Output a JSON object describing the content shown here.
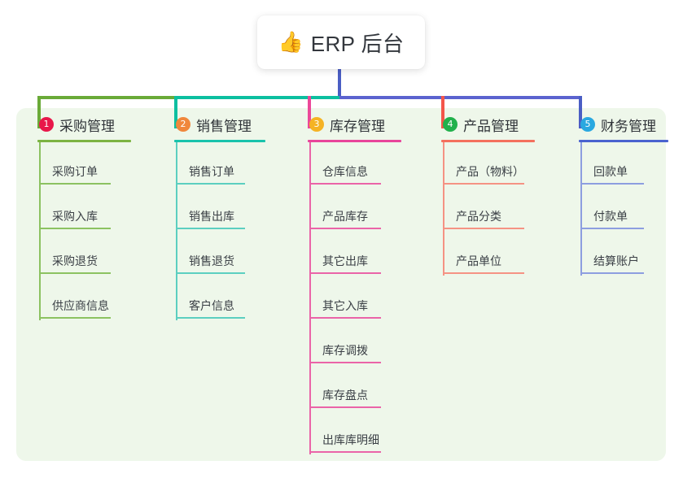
{
  "root": {
    "icon": "thumbs-up-icon",
    "emoji": "👍",
    "title": "ERP 后台"
  },
  "palette": {
    "panel_bg": "#eef7ea",
    "page_bg": "#ffffff",
    "stem_blue": "#4a5ec4",
    "bus_green": "#6aaa38",
    "bus_teal": "#0cbfa0",
    "bus_blue": "#5b63cf",
    "text": "#3a3f45"
  },
  "columns": [
    {
      "number": "1",
      "title": "采购管理",
      "badge_color": "#e8174a",
      "rule_color": "#7cb342",
      "line_color": "#8cc261",
      "drop_color": "#6aaa38",
      "items": [
        {
          "label": "采购订单"
        },
        {
          "label": "采购入库"
        },
        {
          "label": "采购退货"
        },
        {
          "label": "供应商信息"
        }
      ]
    },
    {
      "number": "2",
      "title": "销售管理",
      "badge_color": "#f0873c",
      "rule_color": "#19c3ac",
      "line_color": "#5ccfc0",
      "drop_color": "#0cbfa0",
      "items": [
        {
          "label": "销售订单"
        },
        {
          "label": "销售出库"
        },
        {
          "label": "销售退货"
        },
        {
          "label": "客户信息"
        }
      ]
    },
    {
      "number": "3",
      "title": "库存管理",
      "badge_color": "#f5b324",
      "rule_color": "#e8459b",
      "line_color": "#ea64a8",
      "drop_color": "#ec4899",
      "items": [
        {
          "label": "仓库信息"
        },
        {
          "label": "产品库存"
        },
        {
          "label": "其它出库"
        },
        {
          "label": "其它入库"
        },
        {
          "label": "库存调拨"
        },
        {
          "label": "库存盘点"
        },
        {
          "label": "出库库明细"
        }
      ]
    },
    {
      "number": "4",
      "title": "产品管理",
      "badge_color": "#22b14c",
      "rule_color": "#f4705e",
      "line_color": "#f59384",
      "drop_color": "#f4564a",
      "items": [
        {
          "label": "产品（物料）"
        },
        {
          "label": "产品分类"
        },
        {
          "label": "产品单位"
        }
      ]
    },
    {
      "number": "5",
      "title": "财务管理",
      "badge_color": "#29a8e0",
      "rule_color": "#4a63cf",
      "line_color": "#8d9ee0",
      "drop_color": "#4a5ec4",
      "items": [
        {
          "label": "回款单"
        },
        {
          "label": "付款单"
        },
        {
          "label": "结算账户"
        }
      ]
    }
  ]
}
